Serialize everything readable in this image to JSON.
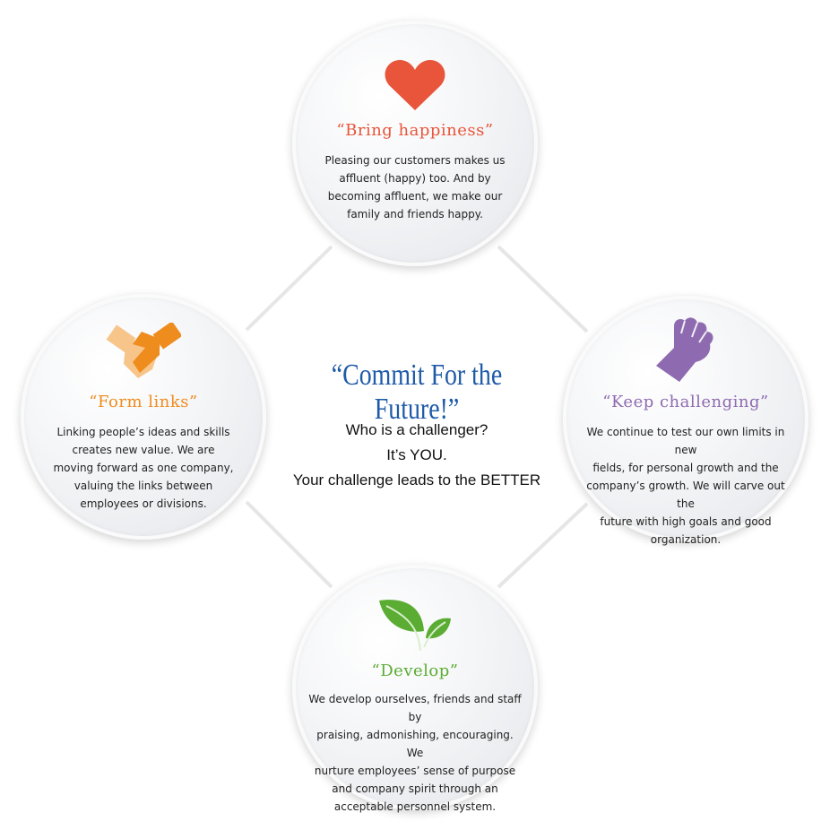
{
  "colors": {
    "happiness": "#e8553a",
    "links": "#ee8c1e",
    "challenging": "#8e6bb0",
    "develop": "#5aac32",
    "headline": "#1e5aa8"
  },
  "center": {
    "headline": "“Commit For the Future!”",
    "lines": [
      "Who is a challenger?",
      "It’s YOU.",
      "Your challenge leads to the BETTER"
    ]
  },
  "values": {
    "top": {
      "icon": "heart-icon",
      "title": "“Bring happiness”",
      "lines": [
        "Pleasing our customers makes us",
        "affluent (happy) too. And by",
        "becoming affluent, we make our",
        "family and friends happy."
      ]
    },
    "left": {
      "icon": "handshake-icon",
      "title": "“Form links”",
      "lines": [
        "Linking people’s ideas and skills",
        "creates new value. We are",
        "moving forward as one company,",
        "valuing the links between",
        "employees or divisions."
      ]
    },
    "right": {
      "icon": "fist-icon",
      "title": "“Keep challenging”",
      "lines": [
        "We continue to test our own limits in new",
        "fields, for personal growth and the",
        "company’s growth. We will carve out the",
        "future with high goals and good",
        "organization."
      ]
    },
    "bottom": {
      "icon": "leaf-icon",
      "title": "“Develop”",
      "lines": [
        "We develop ourselves, friends and staff by",
        "praising, admonishing, encouraging. We",
        "nurture employees’ sense of purpose",
        "and company spirit through an",
        "acceptable personnel system."
      ]
    }
  }
}
